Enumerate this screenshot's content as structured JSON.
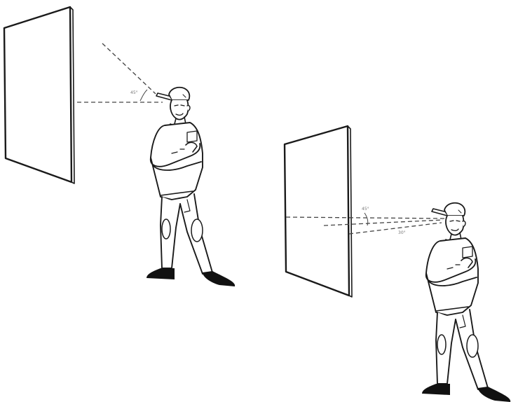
{
  "scenes": [
    {
      "id": "upper",
      "angle_label": "45°"
    },
    {
      "id": "lower",
      "angle_labels": [
        "45°",
        "30°"
      ]
    }
  ],
  "colors": {
    "ink": "#1a1a1a",
    "panel_fill": "#ffffff",
    "shoe": "#111111",
    "background": "#ffffff"
  }
}
